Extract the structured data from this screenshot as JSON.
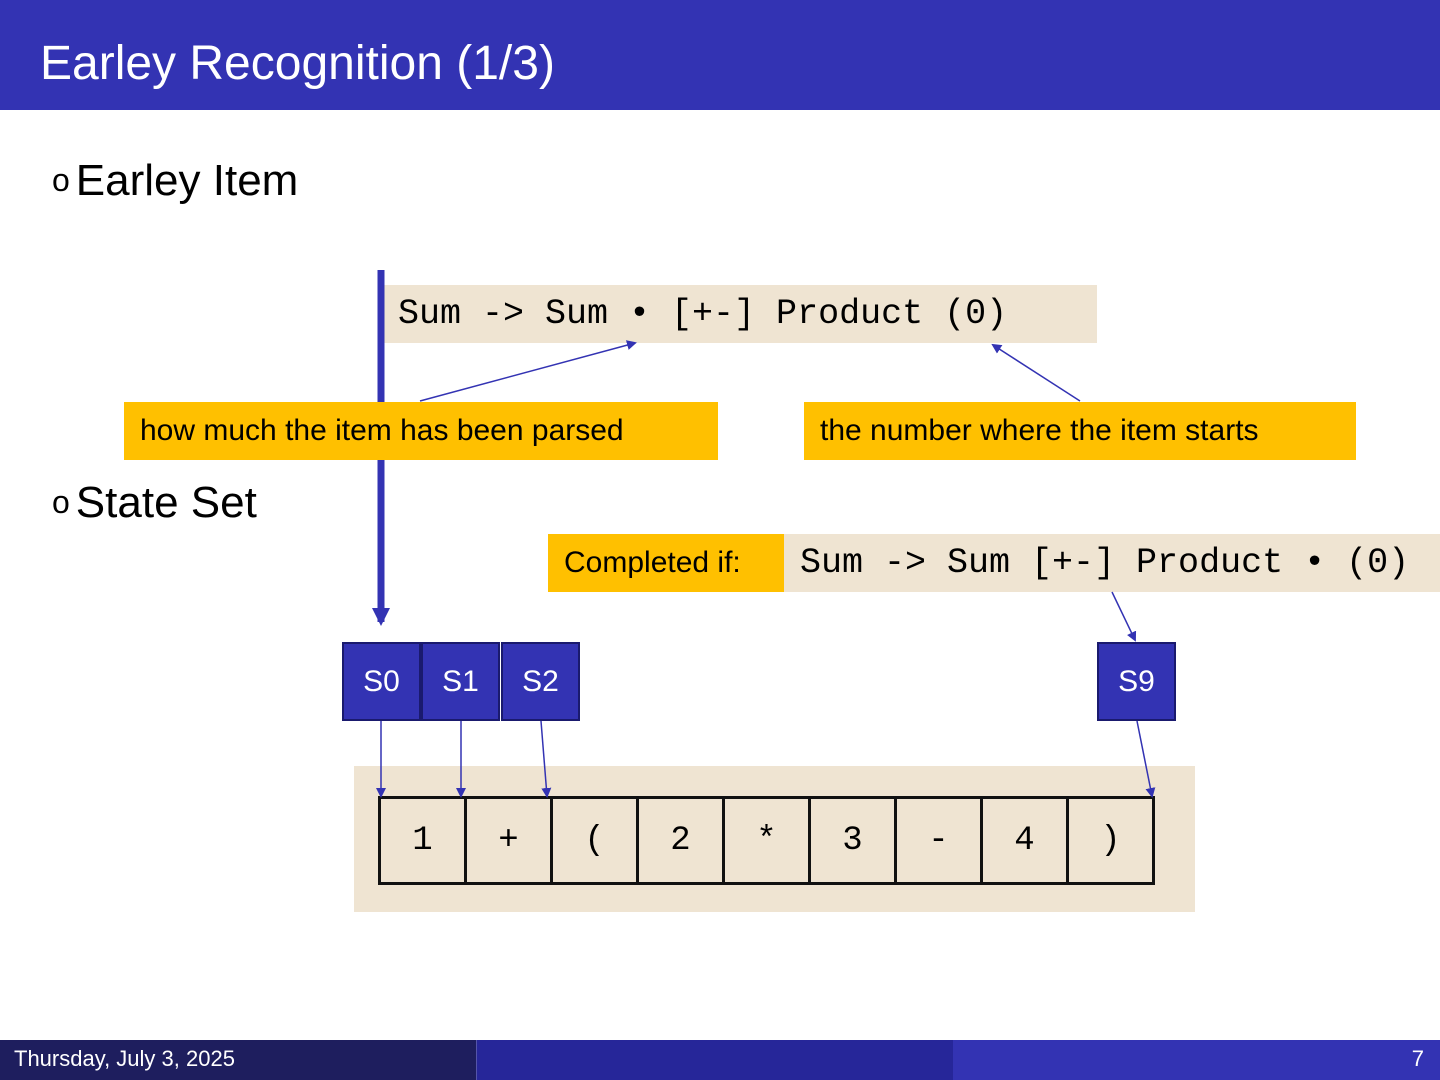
{
  "slide": {
    "title": "Earley Recognition (1/3)",
    "bullets": [
      {
        "marker": "o",
        "text": "Earley Item"
      },
      {
        "marker": "o",
        "text": "State Set"
      }
    ]
  },
  "earley_item": {
    "rule": "Sum -> Sum • [+-] Product (0)",
    "callout_progress": "how much the item has been parsed",
    "callout_origin": "the number where the item starts"
  },
  "completion": {
    "label": "Completed if:",
    "rule": "Sum -> Sum [+-] Product • (0)"
  },
  "state_sets": [
    "S0",
    "S1",
    "S2",
    "S9"
  ],
  "input_tokens": [
    "1",
    "+",
    "(",
    "2",
    "*",
    "3",
    "-",
    "4",
    ")"
  ],
  "footer": {
    "date": "Thursday, July 3, 2025",
    "page": "7"
  },
  "colors": {
    "accent": "#3333b3",
    "callout": "#ffc000",
    "code_bg": "#efe4d2"
  }
}
